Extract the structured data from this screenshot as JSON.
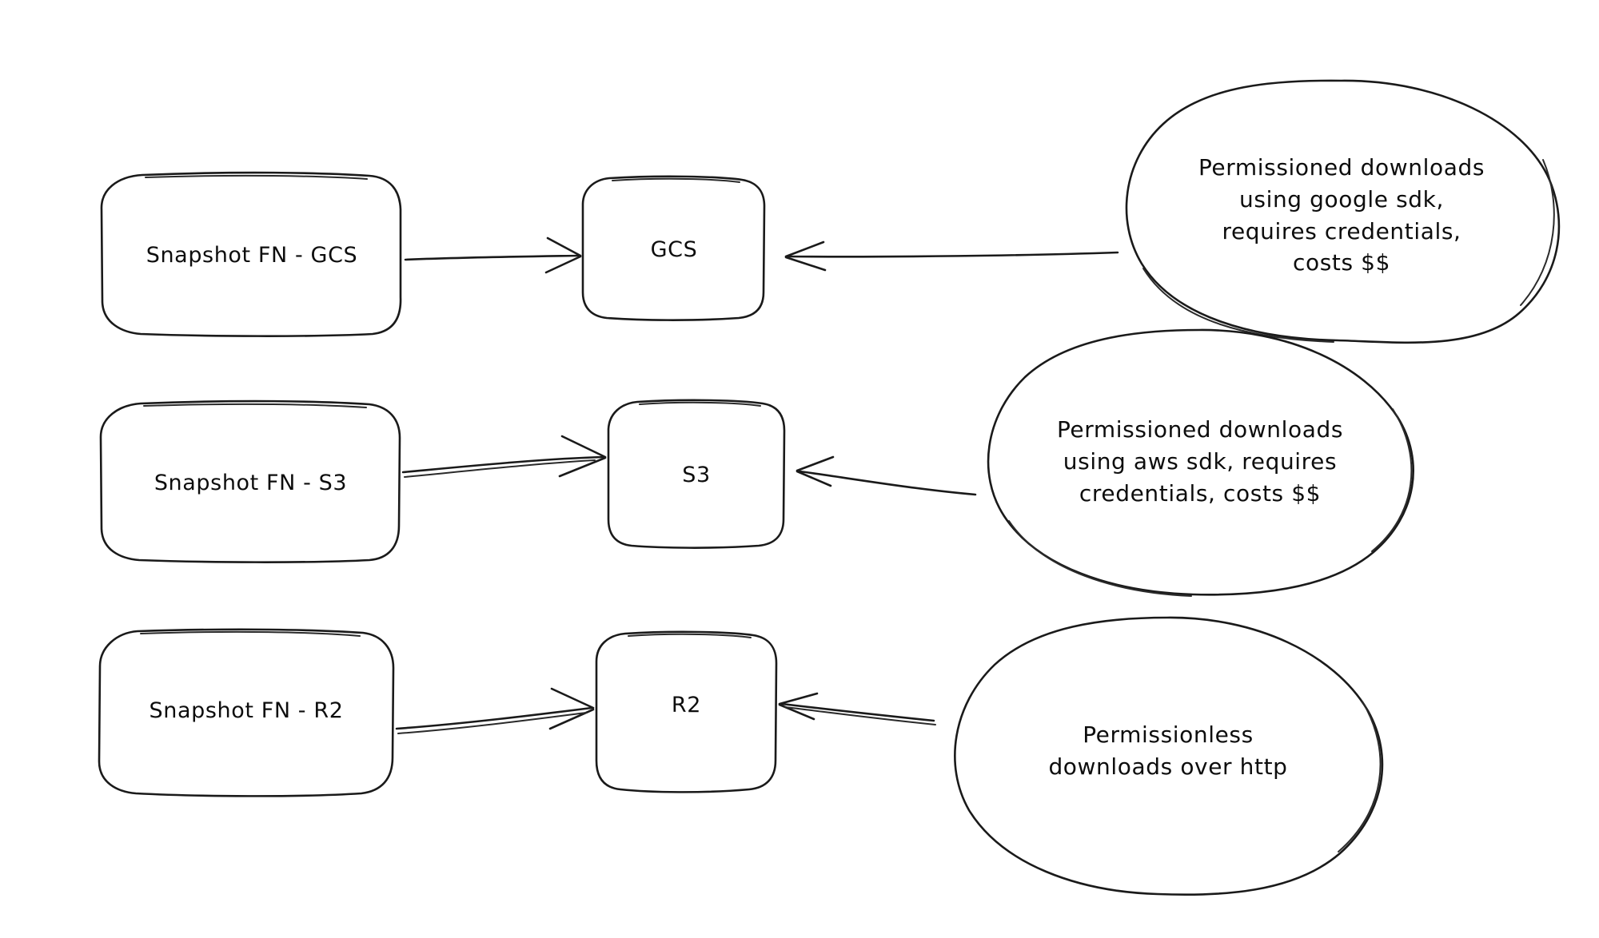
{
  "diagram": {
    "type": "flow-diagram",
    "style": "hand-drawn-sketch",
    "background_color": "#ffffff",
    "stroke_color": "#1a1a1a",
    "text_color": "#0d0d0d",
    "rows": [
      {
        "id": "gcs-row",
        "source_label": "Snapshot FN - GCS",
        "target_label": "GCS",
        "note_label": "Permissioned downloads\nusing google sdk,\nrequires credentials,\ncosts $$"
      },
      {
        "id": "s3-row",
        "source_label": "Snapshot FN - S3",
        "target_label": "S3",
        "note_label": "Permissioned downloads\nusing aws sdk, requires\ncredentials, costs $$"
      },
      {
        "id": "r2-row",
        "source_label": "Snapshot FN - R2",
        "target_label": "R2",
        "note_label": "Permissionless\ndownloads over http"
      }
    ]
  }
}
